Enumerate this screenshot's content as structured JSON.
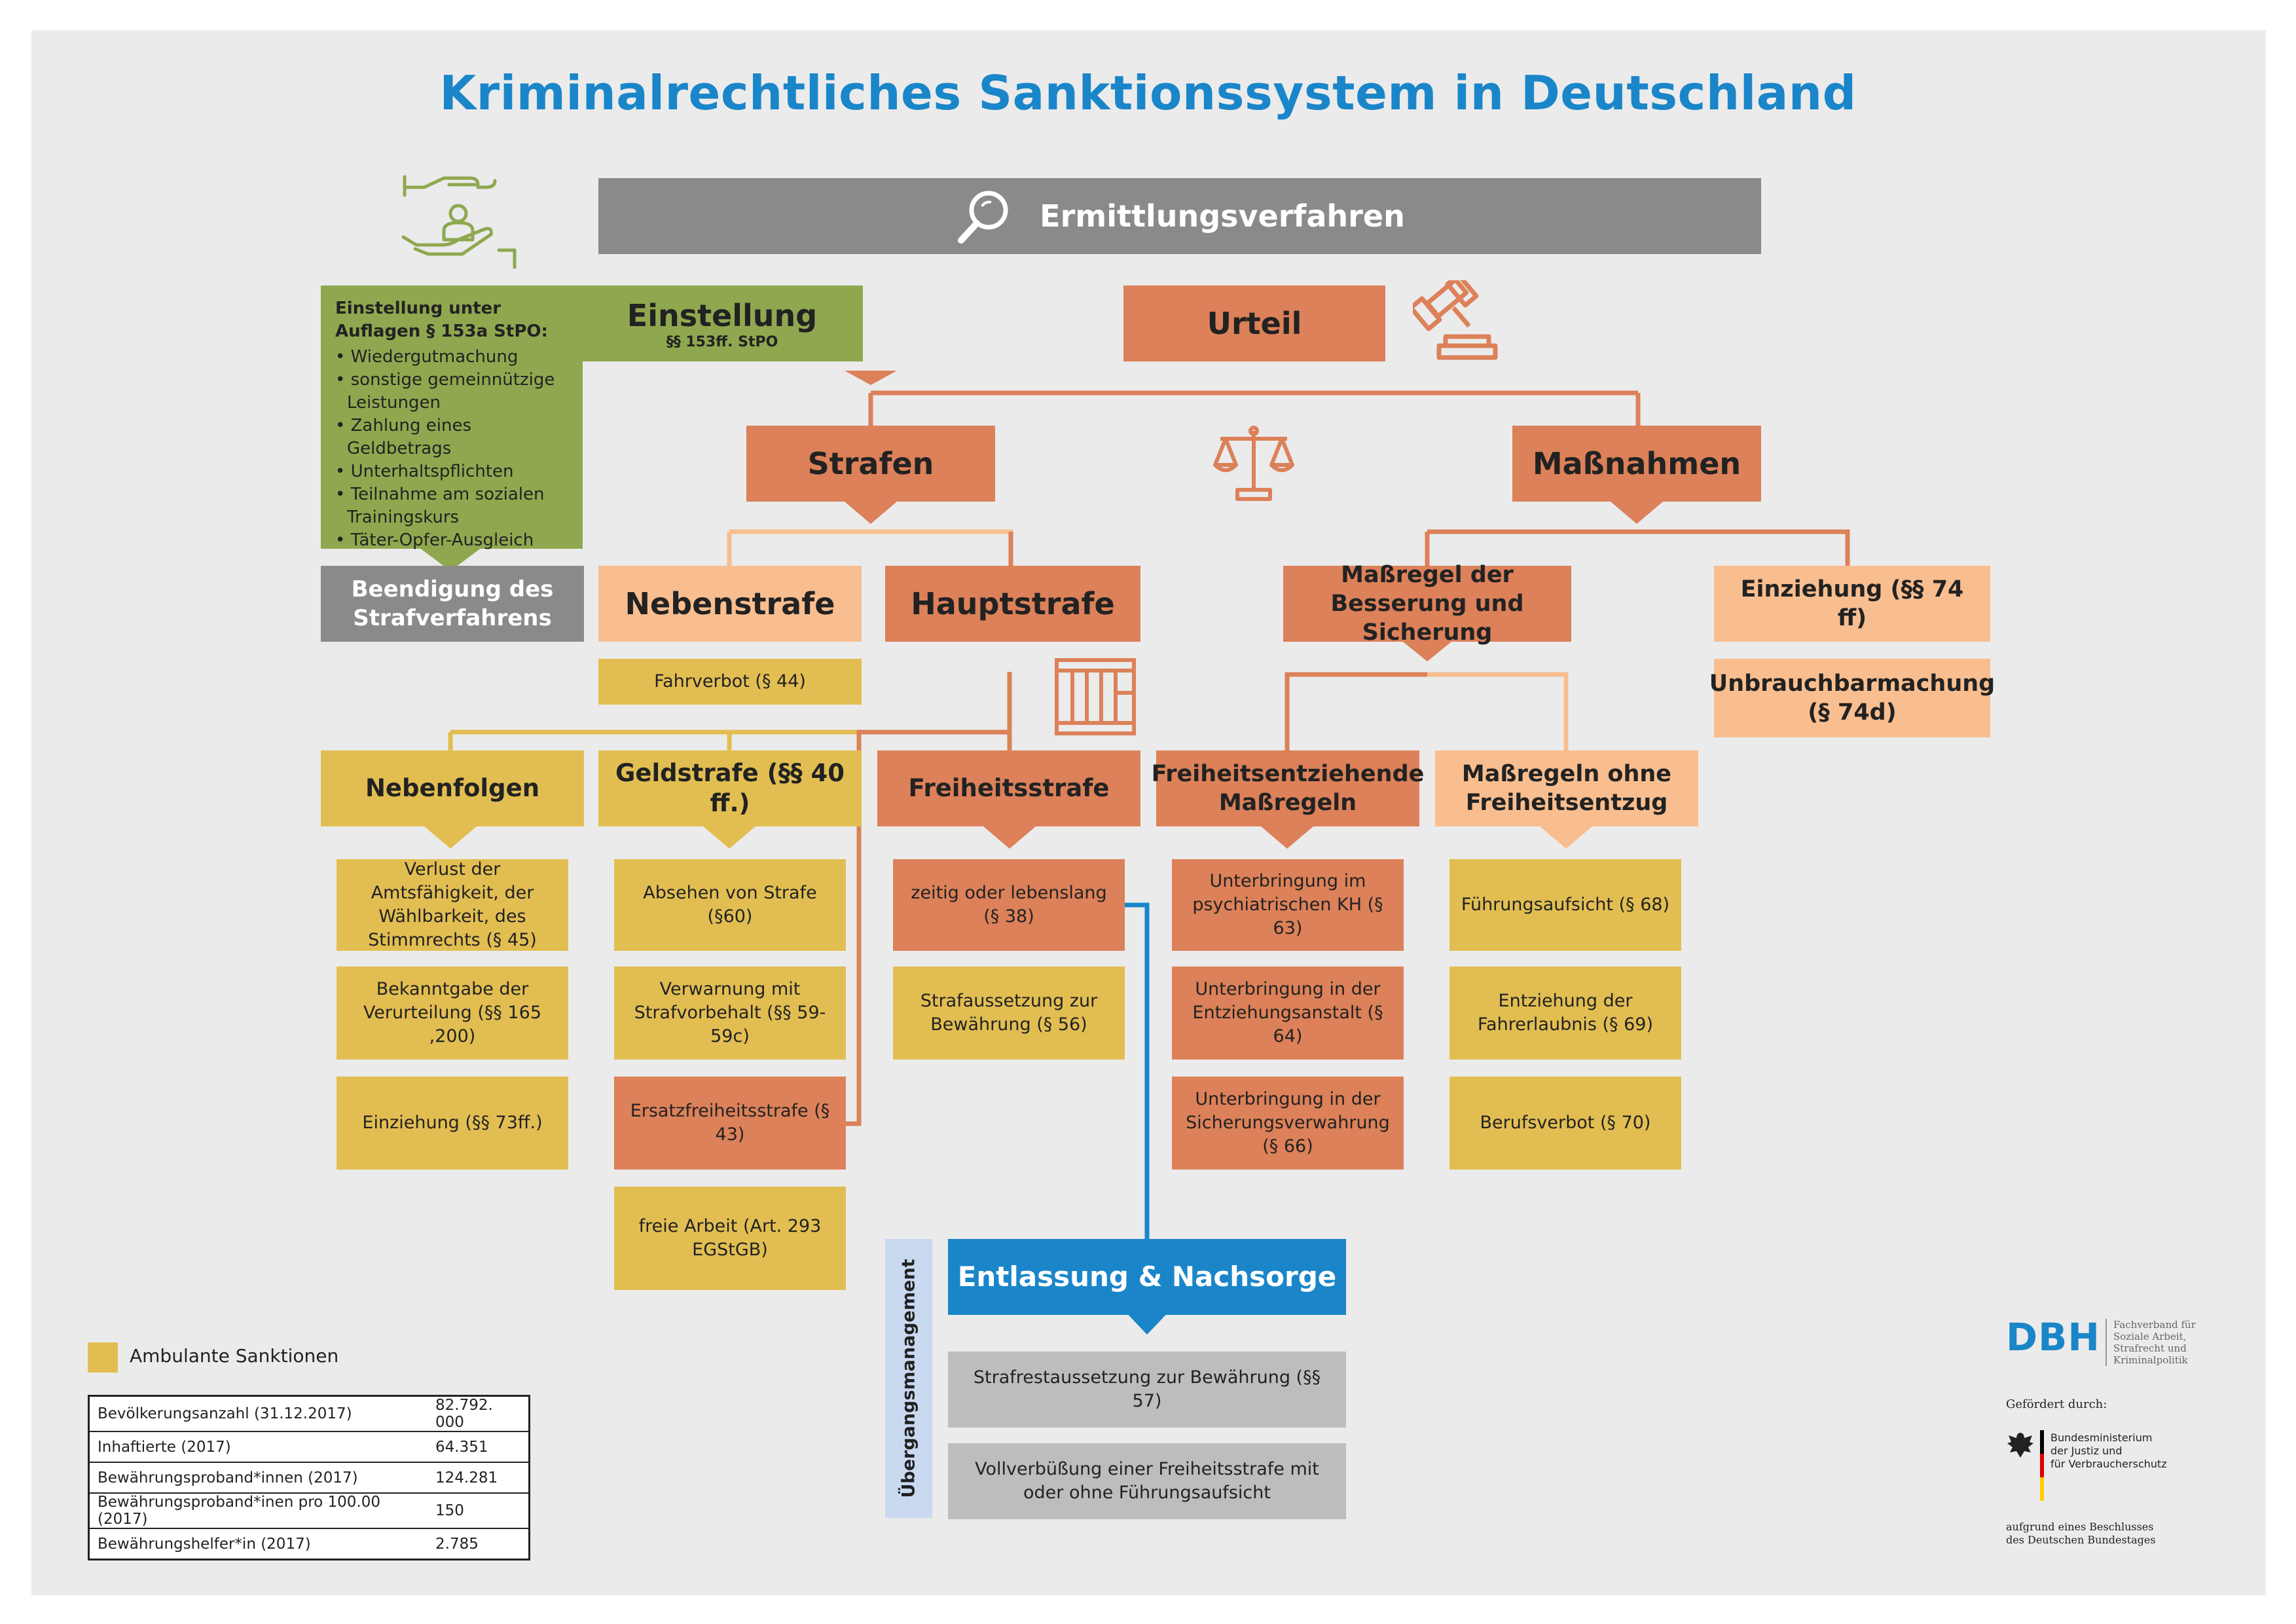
{
  "title": "Kriminalrechtliches Sanktionssystem in Deutschland",
  "ermittlung": "Ermittlungsverfahren",
  "einstellung": {
    "title": "Einstellung",
    "sub": "§§ 153ff. StPO"
  },
  "auflagen": {
    "heading": "Einstellung unter Auflagen § 153a StPO:",
    "items": [
      "Wiedergutmachung",
      "sonstige gemeinnützige Leistungen",
      "Zahlung eines Geldbetrags",
      "Unterhaltspflichten",
      "Teilnahme am sozialen Trainingskurs",
      "Täter-Opfer-Ausgleich"
    ]
  },
  "beendigung": "Beendigung des Strafverfahrens",
  "urteil": "Urteil",
  "strafen": "Strafen",
  "massnahmen": "Maßnahmen",
  "nebenstrafe": "Nebenstrafe",
  "fahrverbot": "Fahrverbot (§ 44)",
  "hauptstrafe": "Hauptstrafe",
  "massregel": "Maßregel der Besserung und Sicherung",
  "einziehung_m": "Einziehung (§§ 74 ff)",
  "unbrauchbar": "Unbrauchbarmachung (§ 74d)",
  "nebenfolgen": {
    "title": "Nebenfolgen",
    "items": [
      "Verlust der Amtsfähigkeit, der Wählbarkeit, des Stimmrechts (§ 45)",
      "Bekanntgabe der Verurteilung (§§ 165 ,200)",
      "Einziehung (§§ 73ff.)"
    ]
  },
  "geldstrafe": {
    "title": "Geldstrafe (§§ 40 ff.)",
    "items": [
      "Absehen von Strafe (§60)",
      "Verwarnung mit Strafvorbehalt (§§ 59-59c)",
      "Ersatzfreiheitsstrafe (§ 43)",
      "freie Arbeit (Art. 293 EGStGB)"
    ]
  },
  "freiheitsstrafe": {
    "title": "Freiheitsstrafe",
    "items": [
      "zeitig oder lebenslang (§ 38)",
      "Strafaussetzung zur Bewährung (§ 56)"
    ]
  },
  "freiheitsentz": {
    "title": "Freiheitsentziehende Maßregeln",
    "items": [
      "Unterbringung im psychiatrischen KH (§ 63)",
      "Unterbringung in der Entziehungsanstalt (§ 64)",
      "Unterbringung in der Sicherungsverwahrung (§ 66)"
    ]
  },
  "ohneentzug": {
    "title": "Maßregeln ohne Freiheitsentzug",
    "items": [
      "Führungsaufsicht (§ 68)",
      "Entziehung der Fahrerlaubnis (§ 69)",
      "Berufsverbot (§ 70)"
    ]
  },
  "entlassung": "Entlassung & Nachsorge",
  "uebergang": "Übergangsmanagement",
  "entlassung_items": [
    "Strafrestaussetzung zur Bewährung (§§ 57)",
    "Vollverbüßung einer Freiheitsstrafe mit oder ohne Führungsaufsicht"
  ],
  "legend": "Ambulante Sanktionen",
  "stats": [
    {
      "label": "Bevölkerungsanzahl (31.12.2017)",
      "value": "82.792. 000"
    },
    {
      "label": "Inhaftierte (2017)",
      "value": "64.351"
    },
    {
      "label": "Bewährungsproband*innen (2017)",
      "value": "124.281"
    },
    {
      "label": "Bewährungsproband*inen pro 100.00 (2017)",
      "value": "150"
    },
    {
      "label": "Bewährungshelfer*in (2017)",
      "value": "2.785"
    }
  ],
  "dbh": {
    "logo": "DBH",
    "line1": "Fachverband für",
    "line2": "Soziale Arbeit,",
    "line3": "Strafrecht und",
    "line4": "Kriminalpolitik"
  },
  "gefoerdert": "Gefördert durch:",
  "ministerium": {
    "line1": "Bundesministerium",
    "line2": "der Justiz und",
    "line3": "für Verbraucherschutz"
  },
  "beschluss": {
    "line1": "aufgrund eines Beschlusses",
    "line2": "des Deutschen Bundestages"
  },
  "colors": {
    "blue": "#1a86c9",
    "grey": "#8a8a8a",
    "olive": "#8fa84f",
    "orange": "#dc8159",
    "peach": "#f9be8f",
    "mustard": "#e2be52"
  }
}
